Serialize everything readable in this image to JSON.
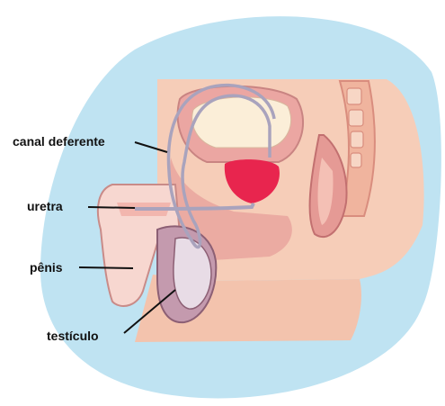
{
  "labels": {
    "canal_deferente": "canal deferente",
    "uretra": "uretra",
    "penis": "pênis",
    "testiculo": "testículo"
  },
  "colors": {
    "background_blob": "#bfe3f2",
    "skin": "#f3c3ad",
    "tissue": "#e59a95",
    "prostate": "#e8254e",
    "vas_deferens": "#a9a3bd",
    "testicle": "#b98aa0",
    "leader_line": "#111111"
  }
}
